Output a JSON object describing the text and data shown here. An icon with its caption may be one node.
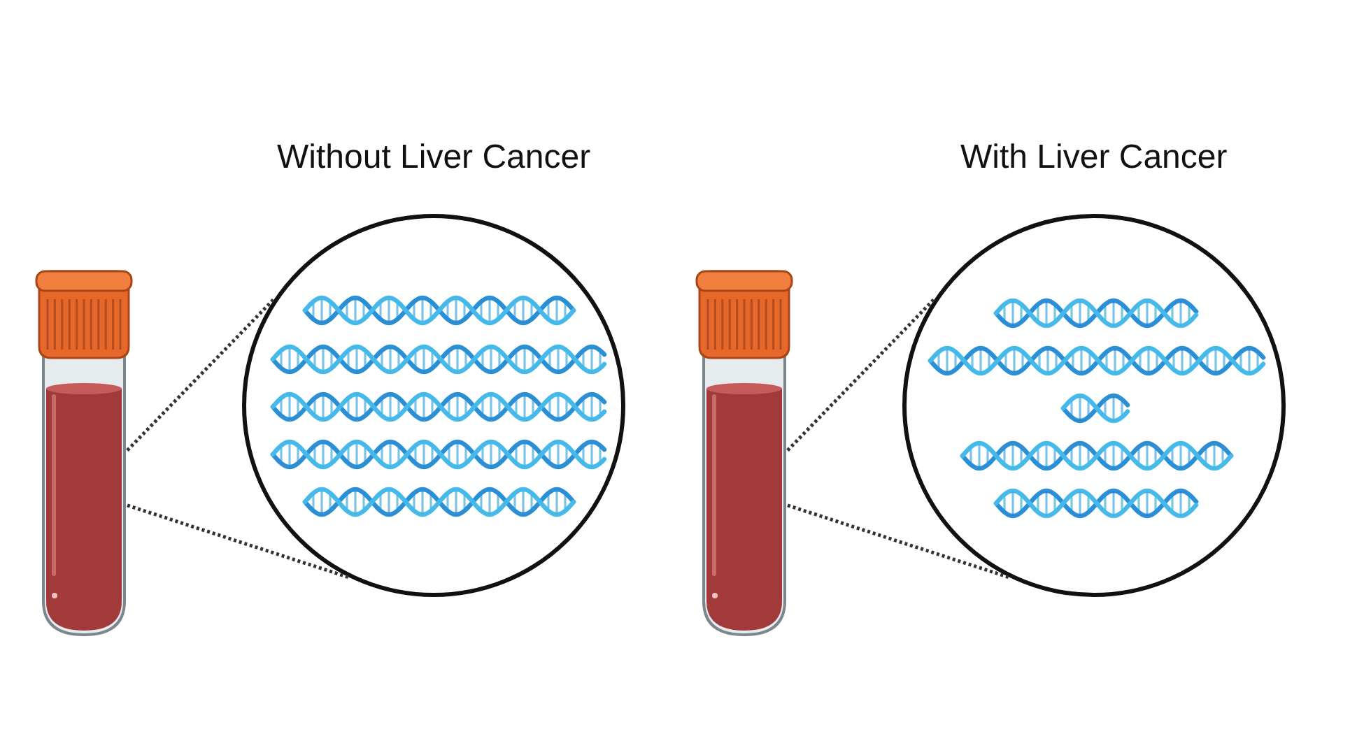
{
  "diagram": {
    "nodes": [
      {
        "text": [],
        "shape": "picture"
      },
      {
        "text": [
          "Without Liver Cancer"
        ]
      },
      {
        "text": [],
        "shape": "picture"
      },
      {
        "text": [
          "With Liver Cancer"
        ]
      }
    ],
    "edges": [
      {
        "from": 0,
        "to": 1,
        "arrow": "none"
      },
      {
        "from": 0,
        "to": 1,
        "arrow": "none"
      },
      {
        "from": 2,
        "to": 3,
        "arrow": "none"
      },
      {
        "from": 2,
        "to": 3,
        "arrow": "none"
      }
    ]
  }
}
